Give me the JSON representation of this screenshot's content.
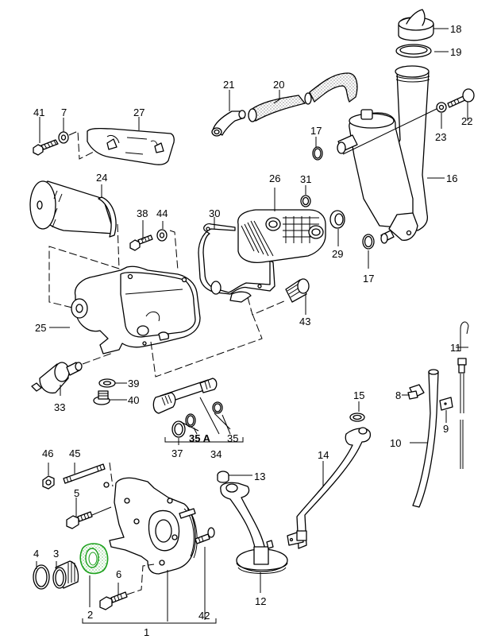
{
  "diagram": {
    "type": "exploded parts diagram",
    "subject": "engine oil system (oil pump, oil filter, oil cooler, oil filler, dipstick)",
    "highlight_color": "#1aa01a",
    "highlighted_part": "2",
    "callouts": [
      {
        "id": "1",
        "label": "1",
        "part": "oil-pump-assembly"
      },
      {
        "id": "2",
        "label": "2",
        "part": "shaft-seal",
        "highlighted": true
      },
      {
        "id": "3",
        "label": "3",
        "part": "bearing-sleeve"
      },
      {
        "id": "4",
        "label": "4",
        "part": "o-ring"
      },
      {
        "id": "5",
        "label": "5",
        "part": "bolt"
      },
      {
        "id": "6",
        "label": "6",
        "part": "bolt"
      },
      {
        "id": "7",
        "label": "7",
        "part": "washer"
      },
      {
        "id": "8",
        "label": "8",
        "part": "clip"
      },
      {
        "id": "9",
        "label": "9",
        "part": "plate"
      },
      {
        "id": "10",
        "label": "10",
        "part": "dipstick-guide-tube"
      },
      {
        "id": "11",
        "label": "11",
        "part": "dipstick"
      },
      {
        "id": "12",
        "label": "12",
        "part": "oil-strainer"
      },
      {
        "id": "13",
        "label": "13",
        "part": "nut"
      },
      {
        "id": "14",
        "label": "14",
        "part": "oil-pipe"
      },
      {
        "id": "15",
        "label": "15",
        "part": "gasket"
      },
      {
        "id": "16",
        "label": "16",
        "part": "oil-filler-neck"
      },
      {
        "id": "17",
        "label": "17",
        "part": "o-ring"
      },
      {
        "id": "18",
        "label": "18",
        "part": "filler-cap"
      },
      {
        "id": "19",
        "label": "19",
        "part": "seal-ring"
      },
      {
        "id": "20",
        "label": "20",
        "part": "breather-hose"
      },
      {
        "id": "21",
        "label": "21",
        "part": "hose-elbow"
      },
      {
        "id": "22",
        "label": "22",
        "part": "bolt"
      },
      {
        "id": "23",
        "label": "23",
        "part": "washer"
      },
      {
        "id": "24",
        "label": "24",
        "part": "oil-filter"
      },
      {
        "id": "25",
        "label": "25",
        "part": "oil-filter-housing"
      },
      {
        "id": "26",
        "label": "26",
        "part": "oil-cooler"
      },
      {
        "id": "27",
        "label": "27",
        "part": "cover"
      },
      {
        "id": "29",
        "label": "29",
        "part": "seal"
      },
      {
        "id": "30",
        "label": "30",
        "part": "gasket"
      },
      {
        "id": "31",
        "label": "31",
        "part": "o-ring"
      },
      {
        "id": "33",
        "label": "33",
        "part": "oil-pressure-switch"
      },
      {
        "id": "34",
        "label": "34",
        "part": "stud"
      },
      {
        "id": "35",
        "label": "35",
        "part": "o-ring"
      },
      {
        "id": "35A",
        "label": "35 A",
        "part": "o-ring"
      },
      {
        "id": "37",
        "label": "37",
        "part": "o-ring"
      },
      {
        "id": "38",
        "label": "38",
        "part": "bolt"
      },
      {
        "id": "39",
        "label": "39",
        "part": "seal-ring"
      },
      {
        "id": "40",
        "label": "40",
        "part": "drain-plug"
      },
      {
        "id": "41",
        "label": "41",
        "part": "bolt"
      },
      {
        "id": "42",
        "label": "42",
        "part": "bolt"
      },
      {
        "id": "43",
        "label": "43",
        "part": "threaded-bushing"
      },
      {
        "id": "44",
        "label": "44",
        "part": "nut"
      },
      {
        "id": "45",
        "label": "45",
        "part": "stud"
      },
      {
        "id": "46",
        "label": "46",
        "part": "nut"
      }
    ]
  }
}
